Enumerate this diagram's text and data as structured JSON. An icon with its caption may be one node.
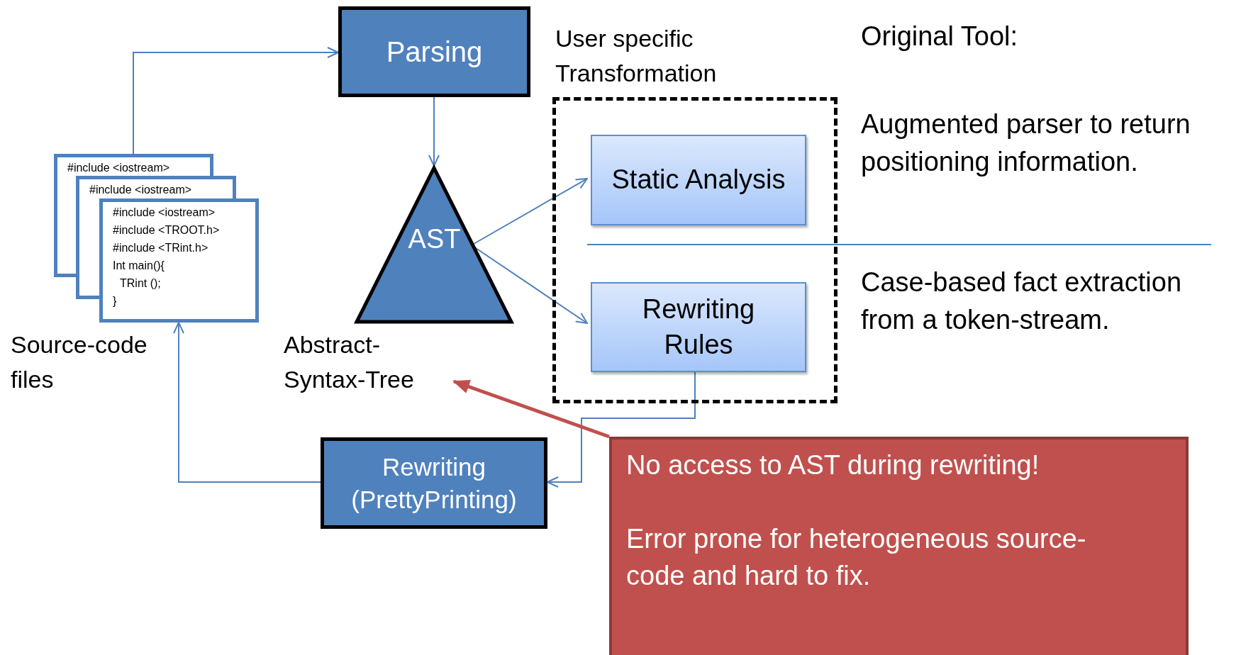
{
  "diagram": {
    "nodes": [
      {
        "text": [
          "Parsing"
        ]
      },
      {
        "text": [
          "AST"
        ],
        "beside": [
          "Abstract-Syntax-Tree"
        ]
      },
      {
        "text": [
          "#include <iostream>",
          "#include <iostream>",
          "#include <iostream>",
          "#include <TROOT.h>",
          "#include <TRint.h>",
          "Int main(){",
          "TRint ();",
          "}"
        ],
        "beside": [
          "Source-code files"
        ]
      },
      {
        "text": [
          "User specific Transformation"
        ]
      },
      {
        "text": [
          "Static Analysis"
        ],
        "in": 3
      },
      {
        "text": [
          "Rewriting Rules"
        ],
        "in": 3
      },
      {
        "text": [
          "Rewriting (PrettyPrinting)"
        ]
      },
      {
        "text": [
          "No access to AST during rewriting!",
          "Error prone for heterogeneous source-code and hard to fix."
        ]
      }
    ],
    "edges": [
      {
        "from": 2,
        "to": 0,
        "arrow": "to"
      },
      {
        "from": 0,
        "to": 1,
        "arrow": "to"
      },
      {
        "from": 1,
        "to": 4,
        "arrow": "to"
      },
      {
        "from": 1,
        "to": 5,
        "arrow": "to"
      },
      {
        "from": 5,
        "to": 6,
        "arrow": "to"
      },
      {
        "from": 6,
        "to": 2,
        "arrow": "to"
      },
      {
        "from": 7,
        "to": 1,
        "arrow": "to",
        "style": "thick",
        "color": "#c0504d"
      }
    ],
    "labels": [
      "Original Tool:",
      "Augmented parser to return positioning information.",
      "Case-based fact extraction from a token-stream."
    ]
  }
}
